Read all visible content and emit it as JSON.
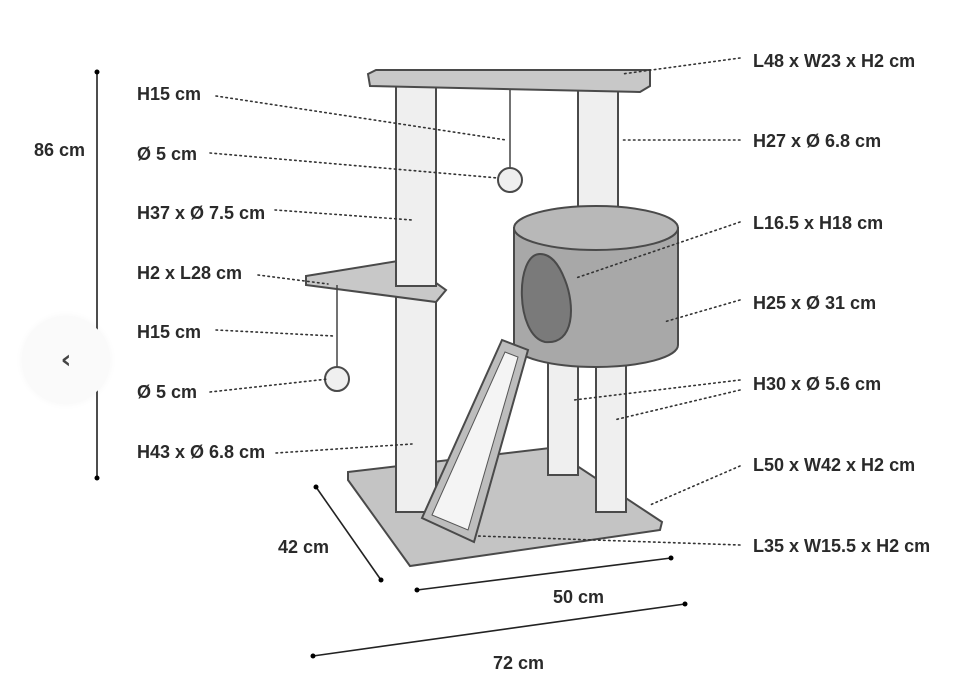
{
  "left_labels": [
    "H15 cm",
    "Ø 5 cm",
    "H37 x Ø 7.5 cm",
    "H2 x L28 cm",
    "H15 cm",
    "Ø 5 cm",
    "H43 x Ø 6.8 cm"
  ],
  "right_labels": [
    "L48 x W23 x H2 cm",
    "H27 x Ø 6.8 cm",
    "L16.5 x H18 cm",
    "H25 x Ø 31 cm",
    "H30 x Ø 5.6 cm",
    "L50 x W42 x H2 cm",
    "L35 x W15.5 x H2 cm"
  ],
  "dimensions": {
    "height": "86 cm",
    "depth": "42 cm",
    "width": "50 cm",
    "total_width": "72 cm"
  },
  "carousel": {
    "prev_icon": "chevron-left-icon",
    "prev_glyph": "‹"
  }
}
